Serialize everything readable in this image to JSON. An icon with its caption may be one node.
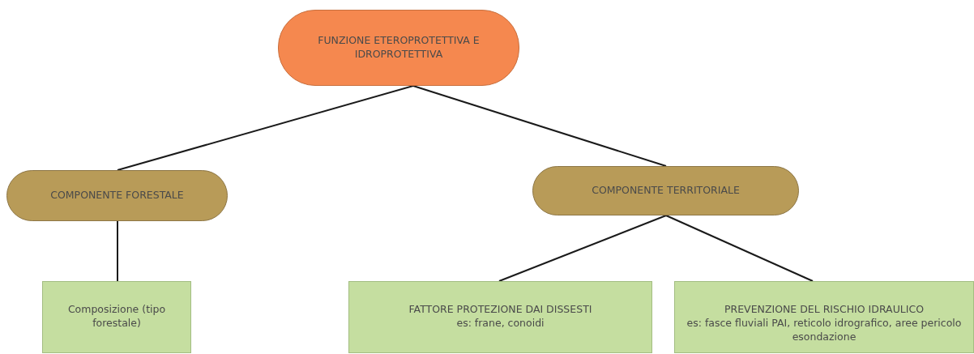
{
  "diagram": {
    "nodes": [
      {
        "text": [
          "FUNZIONE ETEROPROTETTIVA E IDROPROTETTIVA"
        ]
      },
      {
        "text": [
          "COMPONENTE FORESTALE"
        ]
      },
      {
        "text": [
          "COMPONENTE TERRITORIALE"
        ]
      },
      {
        "text": [
          "Composizione (tipo forestale)"
        ]
      },
      {
        "text": [
          "FATTORE PROTEZIONE DAI DISSESTI",
          "es: frane, conoidi"
        ]
      },
      {
        "text": [
          "PREVENZIONE DEL RISCHIO IDRAULICO",
          "es: fasce fluviali PAI, reticolo idrografico, aree pericolo esondazione"
        ]
      }
    ],
    "edges": [
      {
        "from": 0,
        "to": 1,
        "arrow": "none"
      },
      {
        "from": 0,
        "to": 2,
        "arrow": "none"
      },
      {
        "from": 1,
        "to": 3,
        "arrow": "none"
      },
      {
        "from": 2,
        "to": 4,
        "arrow": "none"
      },
      {
        "from": 2,
        "to": 5,
        "arrow": "none"
      }
    ]
  }
}
